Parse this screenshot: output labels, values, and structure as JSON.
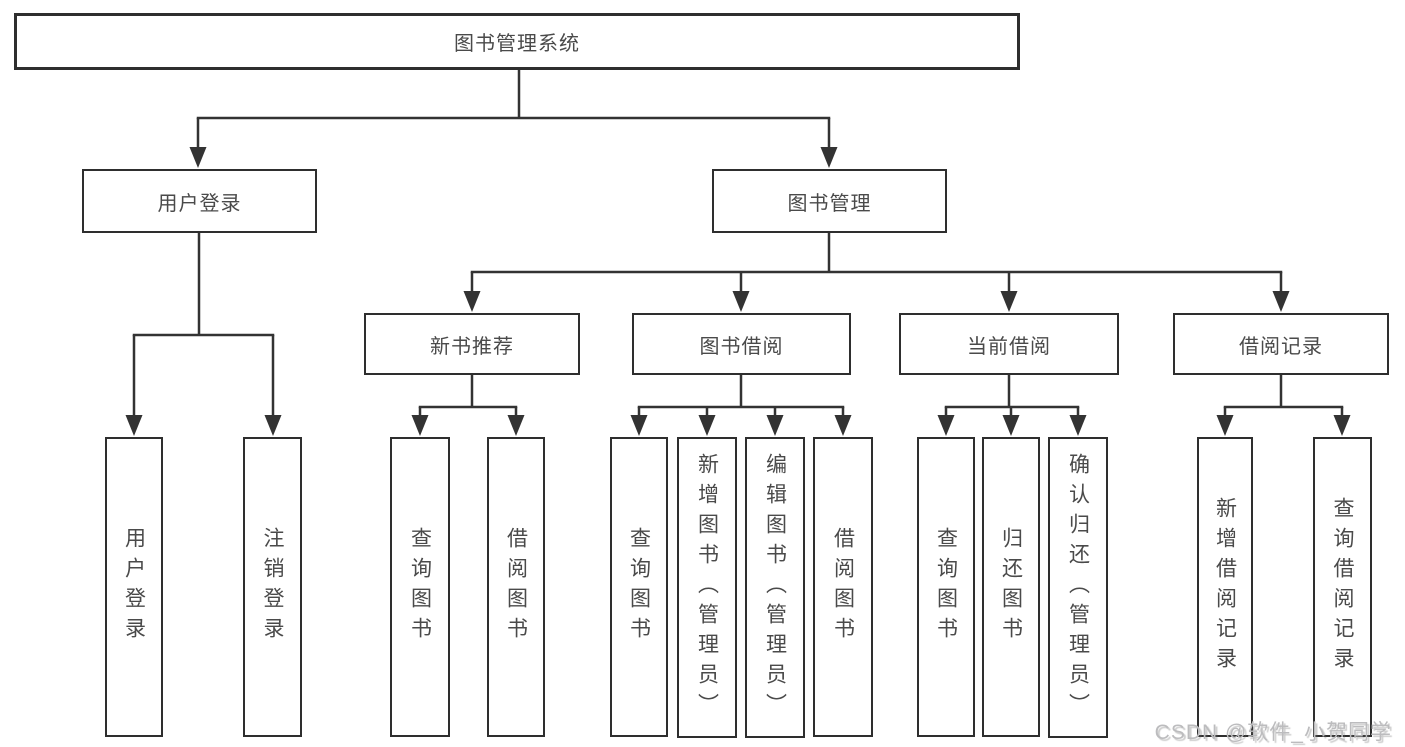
{
  "tree": {
    "root": {
      "label": "图书管理系统"
    },
    "branches": {
      "user_login": {
        "label": "用户登录",
        "children": [
          {
            "label": "用户登录"
          },
          {
            "label": "注销登录"
          }
        ]
      },
      "book_mgmt": {
        "label": "图书管理",
        "groups": [
          {
            "label": "新书推荐",
            "children": [
              {
                "label": "查询图书"
              },
              {
                "label": "借阅图书"
              }
            ]
          },
          {
            "label": "图书借阅",
            "children": [
              {
                "label": "查询图书"
              },
              {
                "label": "新增图书（管理员）"
              },
              {
                "label": "编辑图书（管理员）"
              },
              {
                "label": "借阅图书"
              }
            ]
          },
          {
            "label": "当前借阅",
            "children": [
              {
                "label": "查询图书"
              },
              {
                "label": "归还图书"
              },
              {
                "label": "确认归还（管理员）"
              }
            ]
          },
          {
            "label": "借阅记录",
            "children": [
              {
                "label": "新增借阅记录"
              },
              {
                "label": "查询借阅记录"
              }
            ]
          }
        ]
      }
    }
  },
  "watermark": "CSDN @软件_小贺同学",
  "colors": {
    "line": "#333333",
    "box_border": "#2e2e2e",
    "text": "#4a4a4a",
    "watermark": "#bcbcbe",
    "background": "#ffffff"
  }
}
